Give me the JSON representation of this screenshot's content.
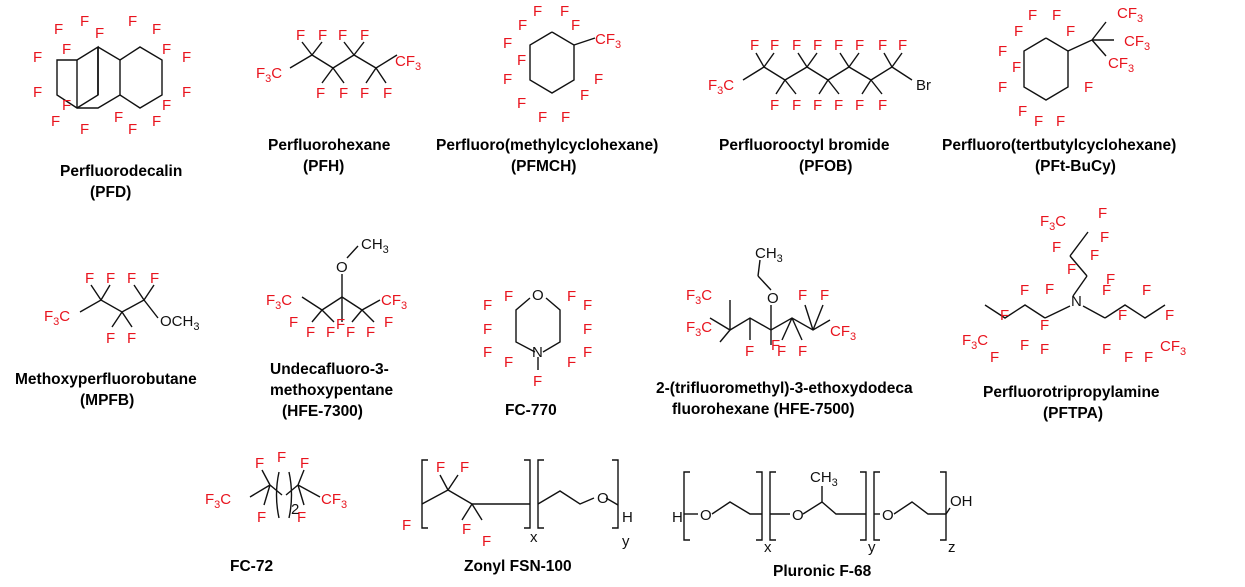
{
  "atoms": {
    "F": "F",
    "Br": "Br",
    "O": "O",
    "N": "N",
    "H": "H",
    "C": "C",
    "CF": "CF",
    "CH": "CH",
    "OCH": "OCH",
    "OH": "OH",
    "sub3": "3",
    "sub2": "2",
    "x": "x",
    "y": "y",
    "z": "z"
  },
  "colors": {
    "fluorine": "#e8141e",
    "skeleton": "#111111"
  },
  "compounds": [
    {
      "name": "Perfluorodecalin",
      "abbr": "(PFD)"
    },
    {
      "name": "Perfluorohexane",
      "abbr": "(PFH)"
    },
    {
      "name": "Perfluoro(methylcyclohexane)",
      "abbr": "(PFMCH)"
    },
    {
      "name": "Perfluorooctyl bromide",
      "abbr": "(PFOB)"
    },
    {
      "name": "Perfluoro(tertbutylcyclohexane)",
      "abbr": "(PFt-BuCy)"
    },
    {
      "name": "Methoxyperfluorobutane",
      "abbr": "(MPFB)"
    },
    {
      "name": "Undecafluoro-3-",
      "name2": "methoxypentane",
      "abbr": "(HFE-7300)"
    },
    {
      "name": "FC-770"
    },
    {
      "name": "2-(trifluoromethyl)-3-ethoxydodeca",
      "name2": "fluorohexane (HFE-7500)"
    },
    {
      "name": "Perfluorotripropylamine",
      "abbr": "(PFTPA)"
    },
    {
      "name": "FC-72"
    },
    {
      "name": "Zonyl FSN-100"
    },
    {
      "name": "Pluronic F-68"
    }
  ]
}
